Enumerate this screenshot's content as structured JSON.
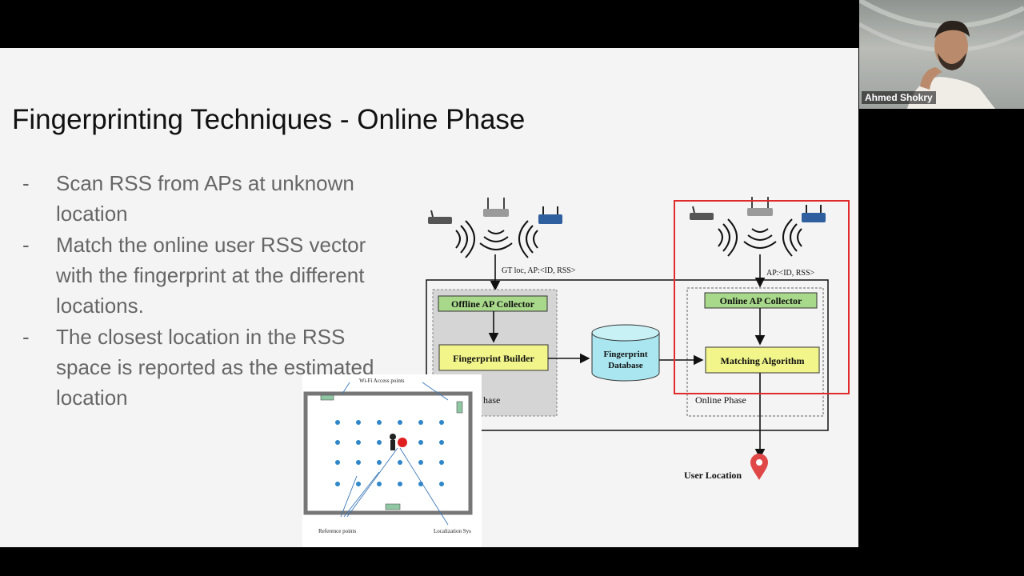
{
  "slide": {
    "title": "Fingerprinting Techniques - Online Phase",
    "bullets": [
      {
        "dash": "-",
        "text": "Scan RSS from APs at unknown location"
      },
      {
        "dash": "-",
        "text": "Match the online user RSS vector with the fingerprint at the different locations."
      },
      {
        "dash": "-",
        "text": "The closest location in the RSS space is reported as the estimated  location"
      }
    ]
  },
  "diagram": {
    "offline_signal_label": "GT loc, AP:<ID, RSS>",
    "online_signal_label": "AP:<ID, RSS>",
    "offline_collector": "Offline AP Collector",
    "online_collector": "Online AP Collector",
    "fingerprint_builder": "Fingerprint Builder",
    "database_line1": "Fingerprint",
    "database_line2": "Database",
    "matching_algorithm": "Matching Algorithm",
    "offline_phase_partial": "hase",
    "online_phase": "Online Phase",
    "user_location": "User Location",
    "highlight_color": "#e02b2b"
  },
  "floorplan": {
    "wifi_label": "Wi-Fi Access points",
    "reference_label": "Reference points",
    "localization_label": "Localization Sys"
  },
  "participant": {
    "name": "Ahmed Shokry"
  }
}
